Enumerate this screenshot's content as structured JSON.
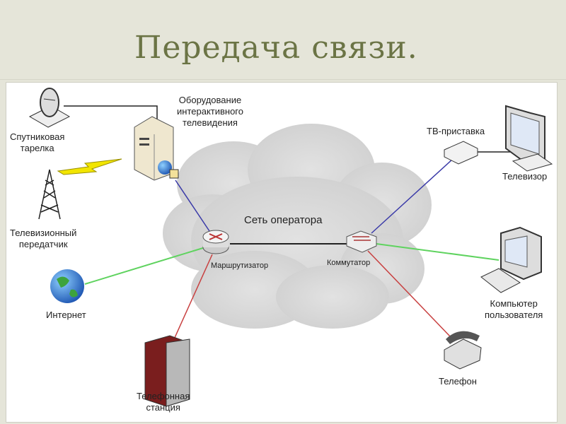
{
  "title": "Передача связи.",
  "diagram": {
    "cloud_label": "Сеть оператора",
    "nodes": {
      "dish": [
        "Спутниковая",
        "тарелка"
      ],
      "server": [
        "Оборудование",
        "интерактивного",
        "телевидения"
      ],
      "tower": [
        "Телевизионный",
        "передатчик"
      ],
      "internet": "Интернет",
      "router": "Маршрутизатор",
      "switch": "Коммутатор",
      "exchange": [
        "Телефонная",
        "станция"
      ],
      "stb": "ТВ-приставка",
      "tv": "Телевизор",
      "pc": [
        "Компьютер",
        "пользователя"
      ],
      "phone": "Телефон"
    },
    "colors": {
      "title": "#6b7445",
      "blue_link": "#3a3aa8",
      "green_link": "#5fd35f",
      "red_link": "#c84040",
      "black_link": "#222222"
    }
  }
}
